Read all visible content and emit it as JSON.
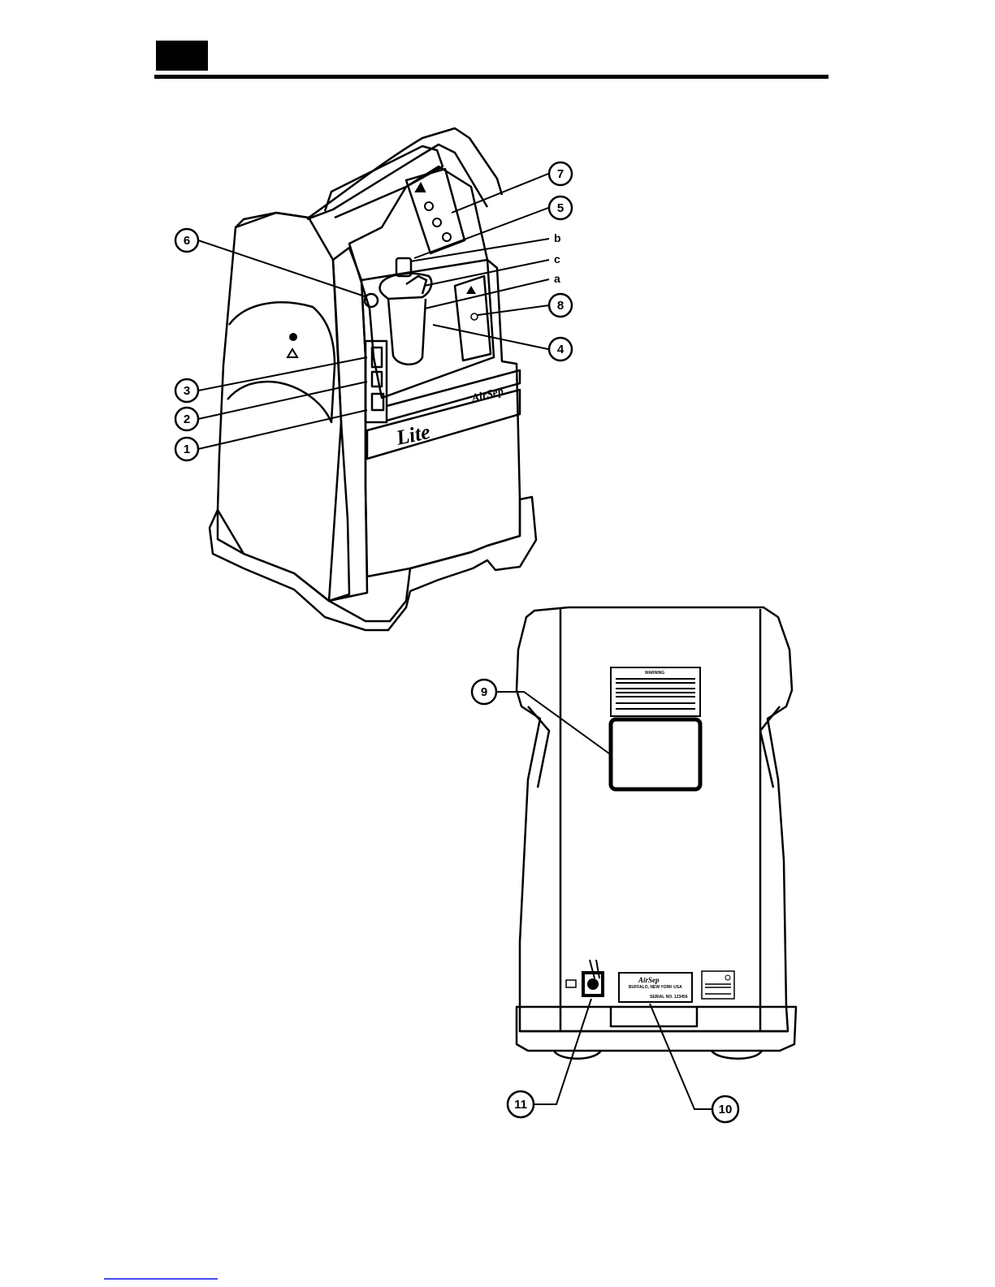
{
  "callouts": {
    "c1": "1",
    "c2": "2",
    "c3": "3",
    "c4": "4",
    "c5": "5",
    "c6": "6",
    "c7": "7",
    "c8": "8",
    "c9": "9",
    "c10": "10",
    "c11": "11"
  },
  "letters": {
    "a": "a",
    "b": "b",
    "c": "c"
  },
  "front_panel": {
    "brand": "Lite",
    "logo": "AirSep"
  },
  "rear_panel": {
    "warning_title": "WARNING",
    "serial_label": "SERIAL NO. 123456",
    "maker_label": "AirSep",
    "maker_address": "BUFFALO, NEW YORK USA"
  },
  "colors": {
    "ink": "#000000",
    "header_bar": "#000000",
    "link_line": "#4a4af0"
  }
}
